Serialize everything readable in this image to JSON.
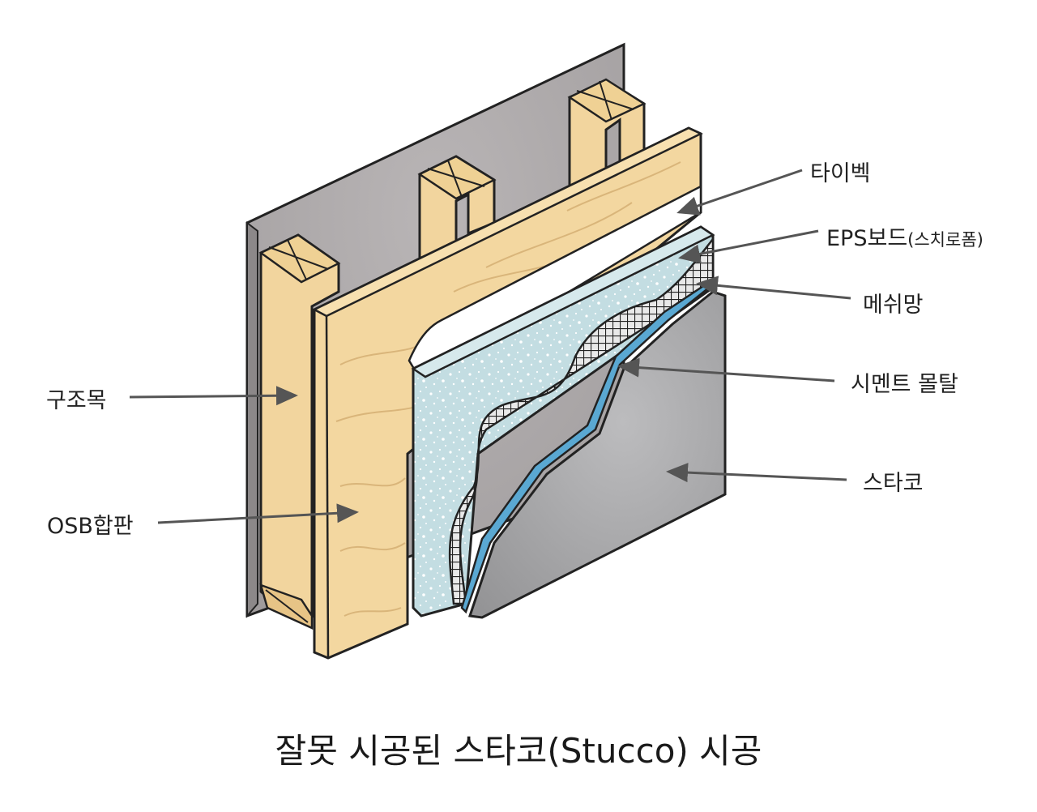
{
  "labels": {
    "tyvek": "타이벡",
    "eps": "EPS보드",
    "eps_paren": "(스치로폼)",
    "mesh": "메쉬망",
    "mortar": "시멘트 몰탈",
    "stucco": "스타코",
    "stud": "구조목",
    "osb": "OSB합판"
  },
  "caption": "잘못 시공된 스타코(Stucco) 시공",
  "colors": {
    "wood": "#f2d59e",
    "wood_dark": "#e7c486",
    "back_panel": "#a9a5a6",
    "tyvek": "#ffffff",
    "eps": "#c3dde2",
    "mesh": "#2a2a2a",
    "mortar_line": "#5aa8d2",
    "stucco": "#a7a7a9",
    "arrow": "#555555"
  }
}
